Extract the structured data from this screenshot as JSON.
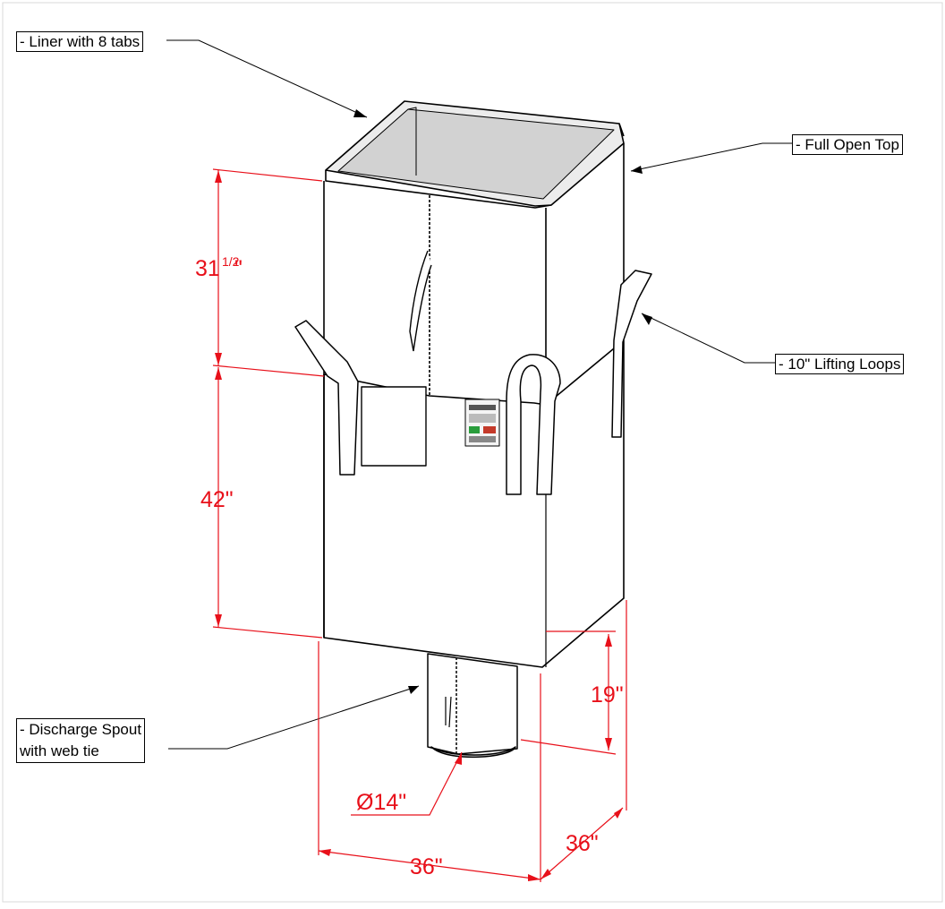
{
  "callouts": {
    "liner": "- Liner with 8 tabs",
    "open_top": "- Full Open Top",
    "lifting_loops": "- 10\" Lifting Loops",
    "spout_line1": "- Discharge Spout",
    "spout_line2": "with web tie"
  },
  "dimensions": {
    "upper_height_whole": "31",
    "upper_height_fraction": "1/2",
    "upper_height_mark": "\"",
    "lower_height": "42\"",
    "spout_height": "19\"",
    "spout_diameter": "Ø14\"",
    "width_front": "36\"",
    "width_side": "36\""
  },
  "colors": {
    "dimension": "#e8101a",
    "outline": "#000000",
    "liner_fill": "#e6e6e6",
    "liner_inner": "#d4d4d4"
  }
}
